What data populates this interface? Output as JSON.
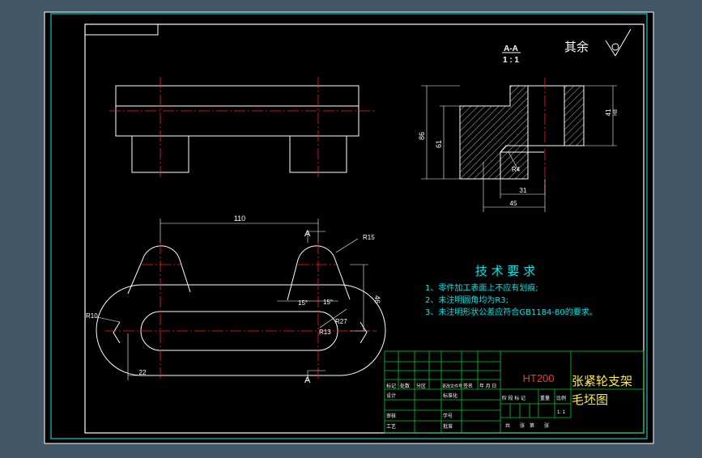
{
  "section": {
    "name": "A-A",
    "scale": "1 : 1"
  },
  "surface_note": "其余",
  "dimensions": {
    "length_110": "110",
    "height_46": "46",
    "r15": "R15",
    "r10": "R10",
    "r27": "R27",
    "r13": "R13",
    "dim_22": "22",
    "angle_left": "15°",
    "angle_right": "15°",
    "sec_86": "86",
    "sec_61": "61",
    "sec_41": "41",
    "sec_h8": "H8",
    "sec_r4": "R4",
    "sec_31": "31",
    "sec_45": "45"
  },
  "section_marks": {
    "top": "A",
    "bottom": "A"
  },
  "tech_requirements": {
    "title": "技 术 要 求",
    "items": [
      "1、零件加工表面上不应有划痕;",
      "2、未注明圆角均为R3;",
      "3、未注明形状公差应符合GB1184-80的要求。"
    ]
  },
  "title_block": {
    "material": "HT200",
    "drawing_name_1": "张紧轮支架",
    "drawing_name_2": "毛坯图",
    "labels": {
      "mark": "标记",
      "count": "处数",
      "zone": "分区",
      "change_doc": "更改文件号",
      "signature": "签名",
      "date": "年 月 日",
      "design": "设计",
      "standardize": "标准化",
      "check": "审核",
      "process": "工艺",
      "student_id": "学号",
      "approve": "批准",
      "stage": "阶 段 标 记",
      "weight": "重量",
      "ratio": "比例",
      "ratio_val": "1: 1",
      "sheets": "共　　张　第　　张"
    }
  },
  "colors": {
    "frame": "#ffffff",
    "centerline": "#ff2020",
    "dimension": "#00e5e5",
    "text": "#ffffff",
    "note": "#00e5e5",
    "title_red": "#ff3030",
    "border_cyan": "#00cccc",
    "block_green": "#00cc33",
    "name_yellow": "#ffee33"
  }
}
